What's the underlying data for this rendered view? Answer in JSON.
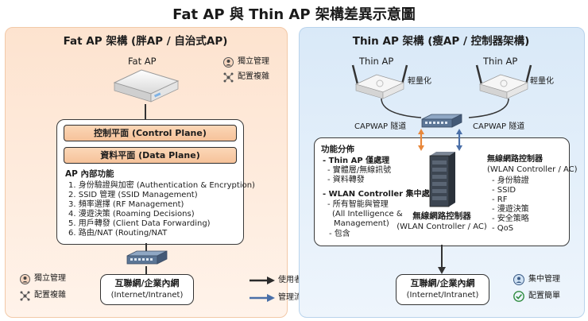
{
  "title": "Fat AP 與 Thin AP 架構差異示意圖",
  "left": {
    "title": "Fat AP 架構 (胖AP / 自治式AP)",
    "ap_label": "Fat AP",
    "legend": [
      "獨立管理",
      "配置複雜"
    ],
    "control_plane": "控制平面 (Control Plane)",
    "data_plane": "資料平面 (Data Plane)",
    "functions_title": "AP 內部功能",
    "functions": [
      "1. 身份驗證與加密 (Authentication & Encryption)",
      "2. SSID 管理 (SSID Management)",
      "3. 頻率選擇 (RF Management)",
      "4. 漫遊決策 (Roaming Decisions)",
      "5. 用戶轉發 (Client Data Forwarding)",
      "6. 路由/NAT (Routing/NAT"
    ],
    "bottom_legend": [
      "獨立管理",
      "配置複雜"
    ],
    "internet": [
      "互聯網/企業內網",
      "(Internet/Intranet)"
    ]
  },
  "middle": {
    "user_traffic": "使用者流量",
    "mgmt_traffic": "管理流量"
  },
  "right": {
    "title": "Thin AP 架構 (瘦AP / 控制器架構)",
    "ap1": "Thin AP",
    "ap2": "Thin AP",
    "light1": "輕量化",
    "light2": "輕量化",
    "capwap1": "CAPWAP 隧道",
    "capwap2": "CAPWAP 隧道",
    "func_title": "功能分佈",
    "thin_title": "- Thin AP 僅處理",
    "thin_items": [
      "- 實體層/無線訊號",
      "- 資料轉發"
    ],
    "wlc_title": "- WLAN Controller 集中處理",
    "wlc_items": [
      "- 所有智能與管理",
      "(All Intelligence &",
      "Management)",
      "- 包含"
    ],
    "controller_label": [
      "無線網路控制器",
      "(WLAN Controller / AC)"
    ],
    "side_title": [
      "無線網路控制器",
      "(WLAN Controller / AC)"
    ],
    "side_items": [
      "- 身份驗證",
      "- SSID",
      "- RF",
      "- 漫遊決策",
      "- 安全策略",
      "- QoS"
    ],
    "internet": [
      "互聯網/企業內網",
      "(Internet/Intranet)"
    ],
    "legend": [
      "集中管理",
      "配置簡單"
    ]
  },
  "colors": {
    "left_bg": "#fde3cf",
    "right_bg": "#d9e9f8",
    "plane_fill": "#f6c29a",
    "orange_arrow": "#e8873a",
    "blue_arrow": "#4a6fa8",
    "dark_arrow": "#2b2b2b"
  }
}
